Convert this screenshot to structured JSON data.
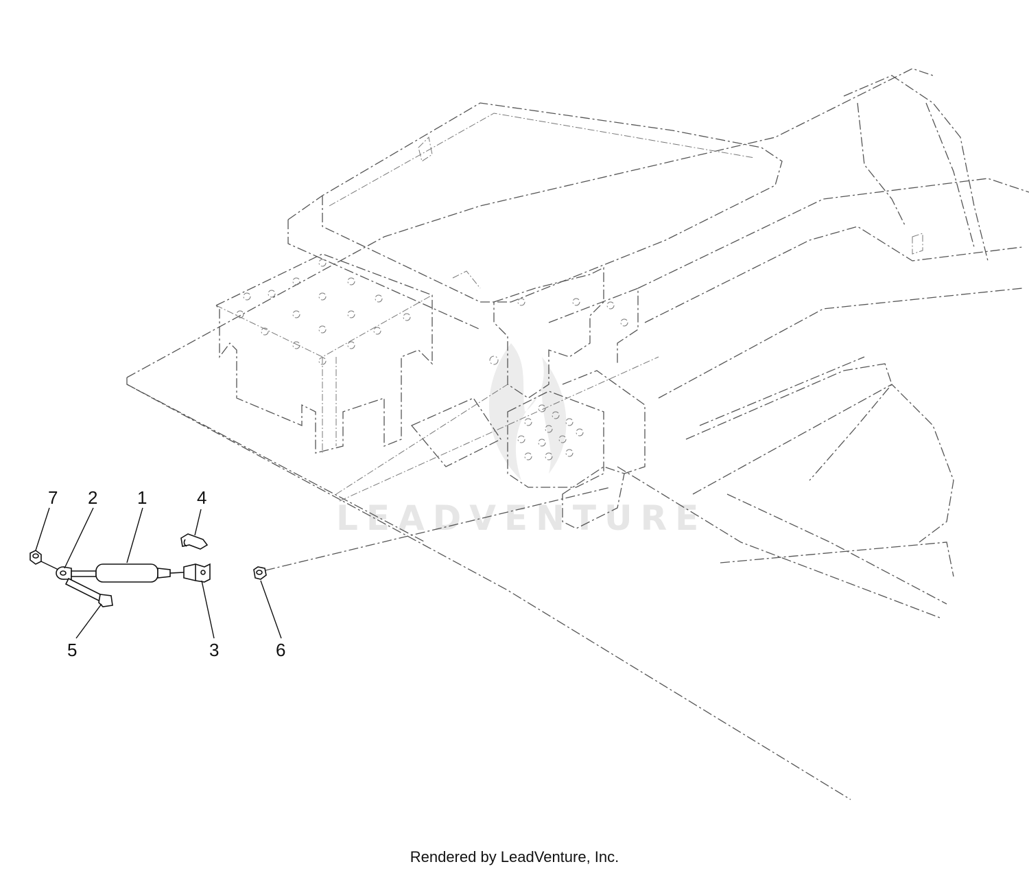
{
  "diagram": {
    "callouts": [
      {
        "id": "1",
        "label": "1"
      },
      {
        "id": "2",
        "label": "2"
      },
      {
        "id": "3",
        "label": "3"
      },
      {
        "id": "4",
        "label": "4"
      },
      {
        "id": "5",
        "label": "5"
      },
      {
        "id": "6",
        "label": "6"
      },
      {
        "id": "7",
        "label": "7"
      }
    ],
    "watermark": "LEADVENTURE"
  },
  "footer": {
    "text": "Rendered by LeadVenture, Inc."
  }
}
